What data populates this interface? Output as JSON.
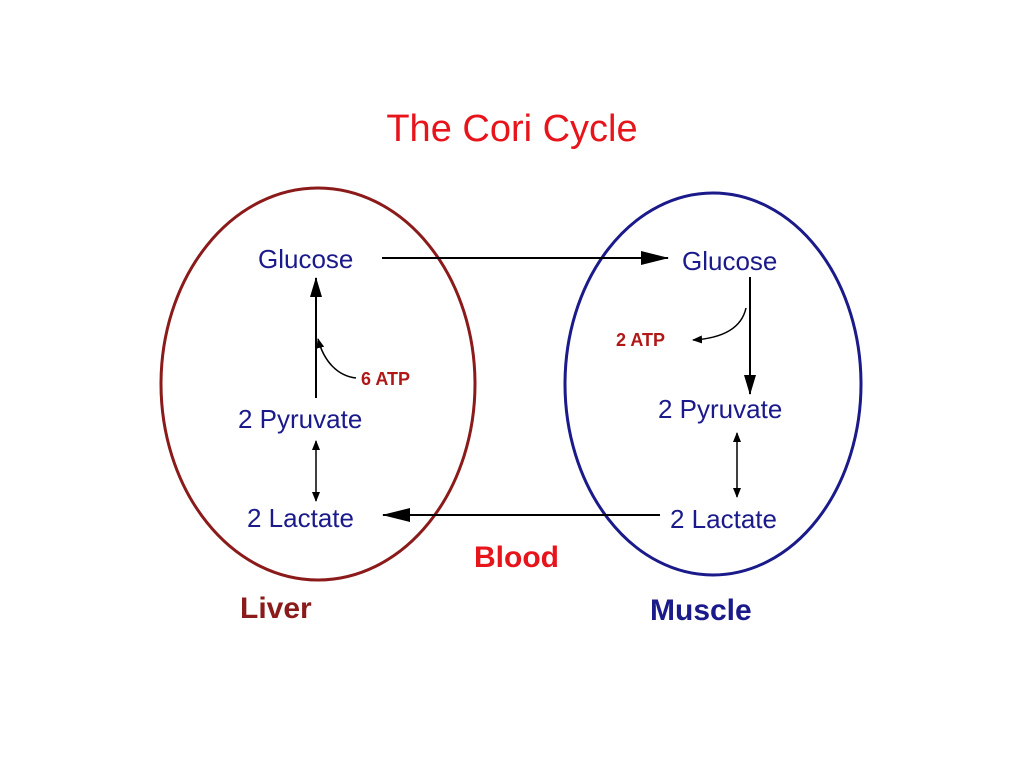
{
  "title": "The Cori Cycle",
  "colors": {
    "title": "#e8141c",
    "liver_outline": "#8b1a1a",
    "muscle_outline": "#1a1a8b",
    "node_text": "#1a1a8b",
    "atp_text": "#b01818",
    "blood_text": "#e8141c",
    "liver_label": "#8b1a1a",
    "muscle_label": "#1a1a8b",
    "arrow": "#000000"
  },
  "liver": {
    "label": "Liver",
    "glucose": "Glucose",
    "atp": "6 ATP",
    "pyruvate": "2 Pyruvate",
    "lactate": "2 Lactate"
  },
  "muscle": {
    "label": "Muscle",
    "glucose": "Glucose",
    "atp": "2 ATP",
    "pyruvate": "2 Pyruvate",
    "lactate": "2 Lactate"
  },
  "blood": {
    "label": "Blood"
  }
}
